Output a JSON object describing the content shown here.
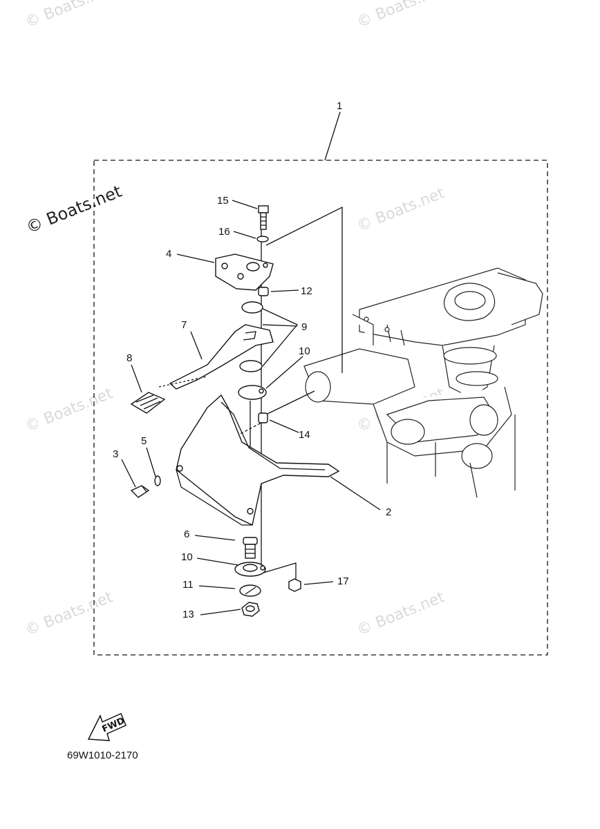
{
  "watermark": {
    "brand": "© Boats.net"
  },
  "labels": {
    "p1": "1",
    "p2": "2",
    "p3": "3",
    "p4": "4",
    "p5": "5",
    "p6": "6",
    "p7": "7",
    "p8": "8",
    "p9": "9",
    "p10a": "10",
    "p10b": "10",
    "p11": "11",
    "p12": "12",
    "p13": "13",
    "p14": "14",
    "p15": "15",
    "p16": "16",
    "p17": "17"
  },
  "fwd": {
    "text": "FWD"
  },
  "ref_code": "69W1010-2170",
  "colors": {
    "line": "#111111",
    "watermark": "#d9d9d9",
    "background": "#ffffff"
  }
}
